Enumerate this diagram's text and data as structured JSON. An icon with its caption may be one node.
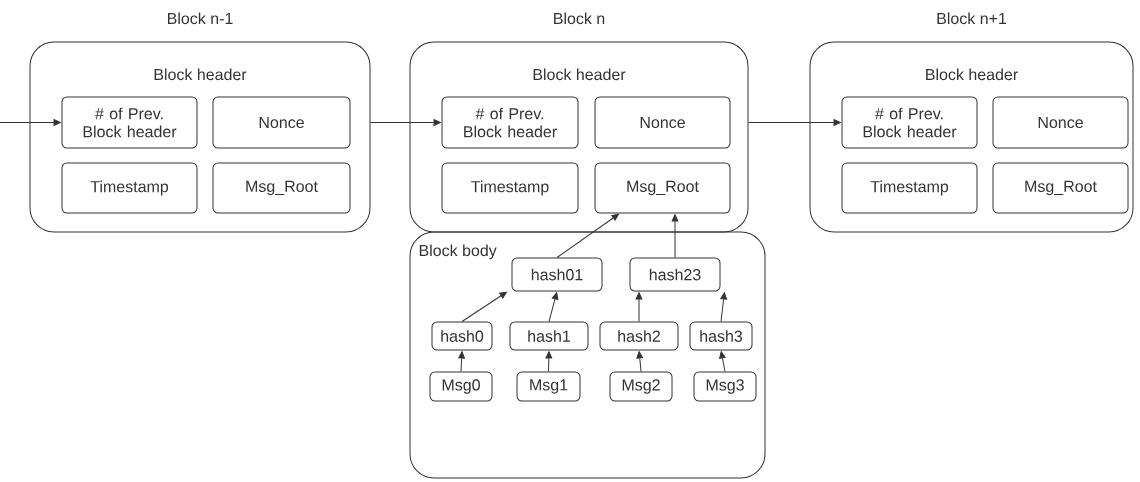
{
  "diagram": {
    "nodes": [
      {
        "text": [
          "Block n-1",
          "Block header"
        ]
      },
      {
        "text": [
          "# of Prev. Block header"
        ],
        "in": 0
      },
      {
        "text": [
          "Nonce"
        ],
        "in": 0
      },
      {
        "text": [
          "Timestamp"
        ],
        "in": 0
      },
      {
        "text": [
          "Msg_Root"
        ],
        "in": 0
      },
      {
        "text": [
          "Block n",
          "Block header"
        ]
      },
      {
        "text": [
          "# of Prev. Block header"
        ],
        "in": 5
      },
      {
        "text": [
          "Nonce"
        ],
        "in": 5
      },
      {
        "text": [
          "Timestamp"
        ],
        "in": 5
      },
      {
        "text": [
          "Msg_Root"
        ],
        "in": 5
      },
      {
        "text": [
          "Block n+1",
          "Block header"
        ]
      },
      {
        "text": [
          "# of Prev. Block header"
        ],
        "in": 10
      },
      {
        "text": [
          "Nonce"
        ],
        "in": 10
      },
      {
        "text": [
          "Timestamp"
        ],
        "in": 10
      },
      {
        "text": [
          "Msg_Root"
        ],
        "in": 10
      },
      {
        "text": [
          "Block body"
        ]
      },
      {
        "text": [
          "hash01"
        ],
        "in": 15
      },
      {
        "text": [
          "hash23"
        ],
        "in": 15
      },
      {
        "text": [
          "hash0"
        ],
        "in": 15
      },
      {
        "text": [
          "hash1"
        ],
        "in": 15
      },
      {
        "text": [
          "hash2"
        ],
        "in": 15
      },
      {
        "text": [
          "hash3"
        ],
        "in": 15
      },
      {
        "text": [
          "Msg0"
        ],
        "in": 15
      },
      {
        "text": [
          "Msg1"
        ],
        "in": 15
      },
      {
        "text": [
          "Msg2"
        ],
        "in": 15
      },
      {
        "text": [
          "Msg3"
        ],
        "in": 15
      }
    ],
    "edges": [
      {
        "from": null,
        "to": 1,
        "arrow": "to"
      },
      {
        "from": 0,
        "to": 6,
        "arrow": "to"
      },
      {
        "from": 5,
        "to": 11,
        "arrow": "to"
      },
      {
        "from": 16,
        "to": 9,
        "arrow": "to"
      },
      {
        "from": 17,
        "to": 9,
        "arrow": "to"
      },
      {
        "from": 18,
        "to": 16,
        "arrow": "to"
      },
      {
        "from": 19,
        "to": 16,
        "arrow": "to"
      },
      {
        "from": 20,
        "to": 17,
        "arrow": "to"
      },
      {
        "from": 21,
        "to": 17,
        "arrow": "to"
      },
      {
        "from": 22,
        "to": 18,
        "arrow": "to"
      },
      {
        "from": 23,
        "to": 19,
        "arrow": "to"
      },
      {
        "from": 24,
        "to": 20,
        "arrow": "to"
      },
      {
        "from": 25,
        "to": 21,
        "arrow": "to"
      }
    ]
  }
}
